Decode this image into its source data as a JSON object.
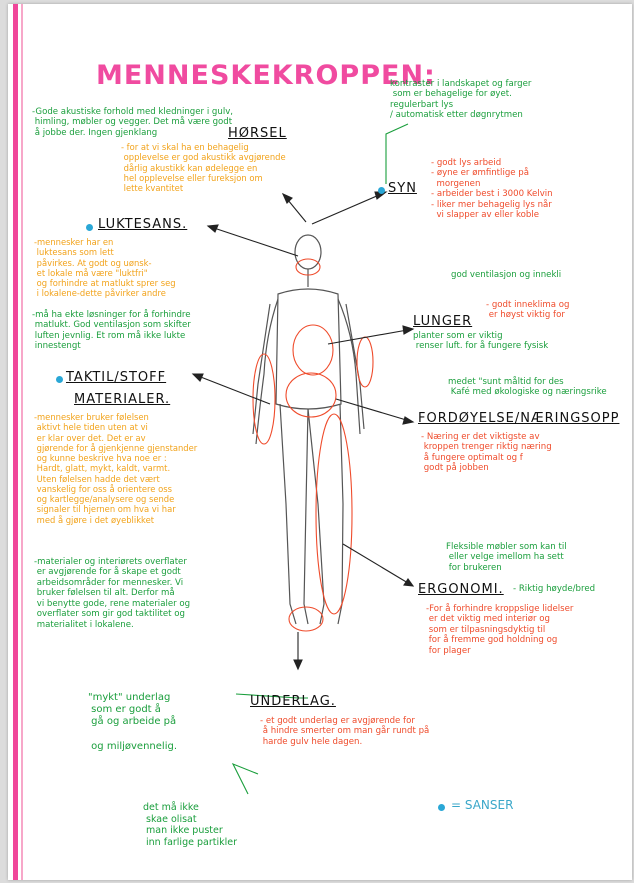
{
  "title": "MENNESKEKROPPEN:",
  "colors": {
    "margin": "#f0479a",
    "green": "#1a9e3c",
    "orange": "#f2a31b",
    "red": "#ef4b2b",
    "sense_dot": "#2aa7d6"
  },
  "horsel": {
    "heading": "HØRSEL",
    "green": "-Gode akustiske forhold med kledninger i gulv,\n himling, møbler og vegger. Det må være godt\n å jobbe der. Ingen gjenklang",
    "orange": "- for at vi skal ha en behagelig\n opplevelse er god akustikk avgjørende\n dårlig akustikk kan ødelegge en\n hel opplevelse eller fureksjon om\n lette kvantitet"
  },
  "syn": {
    "heading": "SYN",
    "green": "kontraster i landskapet og farger\n som er behagelige for øyet.\nregulerbart lys\n/ automatisk etter døgnrytmen",
    "red": "- godt lys arbeid\n- øyne er ømfintlige på\n  morgenen\n- arbeider best i 3000 Kelvin\n- liker mer behagelig lys når\n  vi slapper av eller koble"
  },
  "luktesans": {
    "heading": "LUKTESANS.",
    "orange": "-mennesker har en\n luktesans som lett\n påvirkes. At godt og uønsk-\n et lokale må være \"luktfri\"\n og forhindre at matlukt sprer seg\n i lokalene-dette påvirker andre",
    "green": "-må ha ekte løsninger for å forhindre\n matlukt. God ventilasjon som skifter\n luften jevnlig. Et rom må ikke lukte\n innestengt"
  },
  "lunger": {
    "heading": "LUNGER",
    "green_top": "god ventilasjon og innekli",
    "red": "- godt inneklima og\n er høyst viktig for",
    "green_bottom": "planter som er viktig\n renser luft. for å fungere fysisk"
  },
  "taktil": {
    "heading_line1": "TAKTIL/STOFF",
    "heading_line2": "MATERIALER.",
    "orange": "-mennesker bruker følelsen\n aktivt hele tiden uten at vi\n er klar over det. Det er av\n gjørende for å gjenkjenne gjenstander\n og kunne beskrive hva noe er :\n Hardt, glatt, mykt, kaldt, varmt.\n Uten følelsen hadde det vært\n vanskelig for oss å orientere oss\n og kartlegge/analysere og sende\n signaler til hjernen om hva vi har\n med å gjøre i det øyeblikket",
    "green": "-materialer og interiørets overflater\n er avgjørende for å skape et godt\n arbeidsområder for mennesker. Vi\n bruker følelsen til alt. Derfor må\n vi benytte gode, rene materialer og\n overflater som gir god taktilitet og\n materialitet i lokalene."
  },
  "fordoyelse": {
    "heading": "FORDØYELSE/NÆRINGSOPP",
    "green": "medet \"sunt måltid for des\n Kafé med økologiske og næringsrike",
    "red": "- Næring er det viktigste av\n kroppen trenger riktig næring\n å fungere optimalt og f\n godt på jobben"
  },
  "ergonomi": {
    "heading": "ERGONOMI.",
    "green_top": "Fleksible møbler som kan til\n eller velge imellom ha sett\n for brukeren",
    "green_inline": "- Riktig høyde/bred",
    "red": "-For å forhindre kroppslige lidelser\n er det viktig med interiør og\n som er tilpasningsdyktig til\n for å fremme god holdning og\n for plager"
  },
  "underlag": {
    "heading": "UNDERLAG.",
    "green_left": "\"mykt\" underlag\n som er godt å\n gå og arbeide på\n\n og miljøvennelig.",
    "red": "- et godt underlag er avgjørende for\n å hindre smerter om man går rundt på\n harde gulv hele dagen.",
    "green_bottom": "det må ikke\n skae olisat\n man ikke puster\n inn farlige partikler"
  },
  "legend": {
    "text": "= SANSER"
  }
}
